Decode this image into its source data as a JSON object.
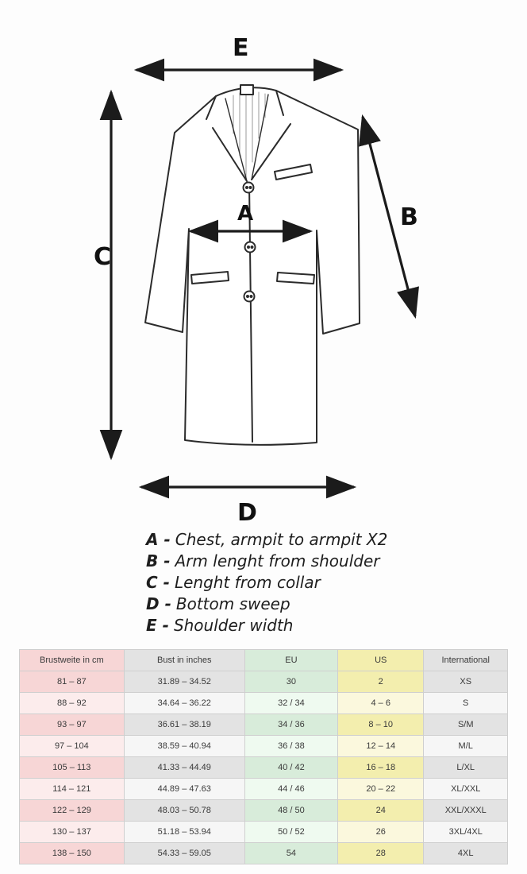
{
  "diagram": {
    "labels": {
      "A": "A",
      "B": "B",
      "C": "C",
      "D": "D",
      "E": "E"
    }
  },
  "legend": {
    "items": [
      {
        "label": "A -",
        "text": "Chest, armpit to armpit X2"
      },
      {
        "label": "B -",
        "text": "Arm lenght from shoulder"
      },
      {
        "label": "C -",
        "text": "Lenght from collar"
      },
      {
        "label": "D -",
        "text": "Bottom sweep"
      },
      {
        "label": "E -",
        "text": "Shoulder width"
      }
    ]
  },
  "table": {
    "headers": [
      "Brustweite in cm",
      "Bust in inches",
      "EU",
      "US",
      "International"
    ],
    "rows": [
      [
        "81 – 87",
        "31.89 – 34.52",
        "30",
        "2",
        "XS"
      ],
      [
        "88 – 92",
        "34.64 – 36.22",
        "32 / 34",
        "4 – 6",
        "S"
      ],
      [
        "93 – 97",
        "36.61 – 38.19",
        "34 / 36",
        "8 – 10",
        "S/M"
      ],
      [
        "97 – 104",
        "38.59 – 40.94",
        "36 / 38",
        "12 – 14",
        "M/L"
      ],
      [
        "105 – 113",
        "41.33 – 44.49",
        "40 / 42",
        "16 – 18",
        "L/XL"
      ],
      [
        "114 – 121",
        "44.89 – 47.63",
        "44 / 46",
        "20 – 22",
        "XL/XXL"
      ],
      [
        "122 – 129",
        "48.03 – 50.78",
        "48 / 50",
        "24",
        "XXL/XXXL"
      ],
      [
        "130 – 137",
        "51.18 – 53.94",
        "50 / 52",
        "26",
        "3XL/4XL"
      ],
      [
        "138 – 150",
        "54.33 – 59.05",
        "54",
        "28",
        "4XL"
      ]
    ],
    "column_colors": [
      "#f7d6d6",
      "#e3e3e3",
      "#d8ecda",
      "#f3eeae",
      "#e3e3e3"
    ],
    "column_colors_light": [
      "#fcecec",
      "#f6f6f6",
      "#effaf0",
      "#fbf8dd",
      "#f6f6f6"
    ]
  }
}
